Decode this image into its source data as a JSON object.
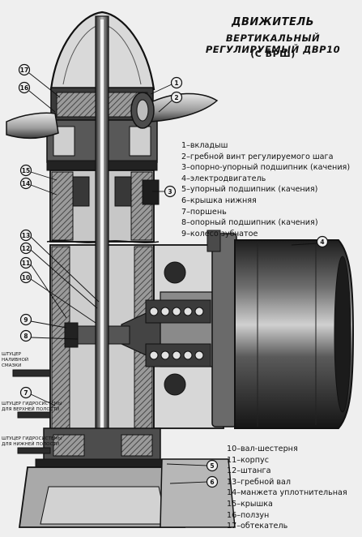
{
  "title": {
    "line1": "ДВИЖИТЕЛЬ",
    "line2": "ВЕРТИКАЛЬНЫЙ РЕГУЛИРУЕМЫЙ ДВР10",
    "line3": "(С ВРШ)"
  },
  "legend_upper": [
    "1–вкладыш",
    "2–гребной винт регулируемого шага",
    "3–опорно-упорный подшипник (качения)",
    "4–электродвигатель",
    "5–упорный подшипник (качения)",
    "6–крышка нижняя",
    "7–поршень",
    "8–опорный подшипник (качения)",
    "9–колесо зубчатое"
  ],
  "legend_lower": [
    "10–вал-шестерня",
    "11–корпус",
    "12–штанга",
    "13–гребной вал",
    "14–манжета уплотнительная",
    "15–крышка",
    "16–ползун",
    "17–обтекатель"
  ],
  "callouts": [
    "17",
    "16",
    "1",
    "2",
    "15",
    "14",
    "3",
    "4",
    "13",
    "12",
    "11",
    "10",
    "9",
    "8",
    "7",
    "5",
    "6"
  ],
  "side_labels": {
    "fitting_grease_l1": "ШТУЦЕР",
    "fitting_grease_l2": "НАЛИВНОЙ",
    "fitting_grease_l3": "СМАЗКИ",
    "fitting_upper_l1": "ШТУЦЕР ГИДРОСИСТЕМЫ",
    "fitting_upper_l2": "ДЛЯ ВЕРХНЕЙ ПОЛОСТИ",
    "fitting_lower_l1": "ШТУЦЕР ГИДРОСИСТЕМЫ",
    "fitting_lower_l2": "ДЛЯ НИЖНЕЙ ПОЛОСТИ"
  },
  "colors": {
    "background": "#efefef",
    "metal_dark": "#2b2b2b",
    "metal_mid": "#7a7a7a",
    "metal_light": "#bdbdbd",
    "line": "#111111"
  }
}
